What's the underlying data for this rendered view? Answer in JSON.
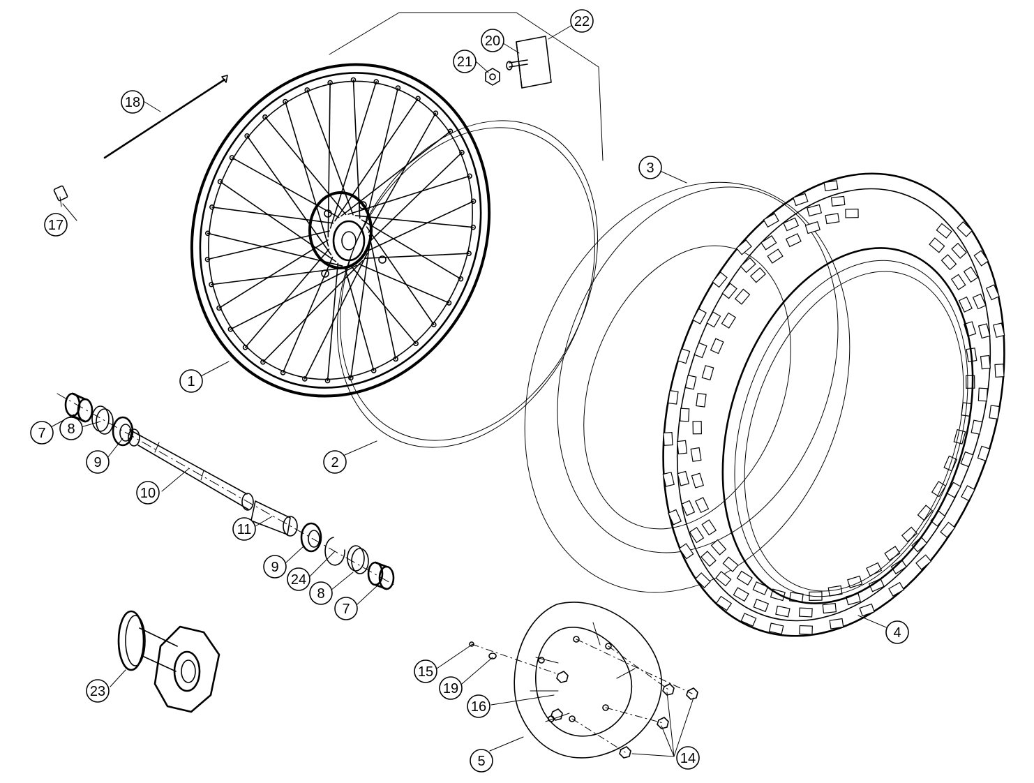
{
  "diagram": {
    "callouts": [
      {
        "id": "c1",
        "label": "1"
      },
      {
        "id": "c2",
        "label": "2"
      },
      {
        "id": "c3",
        "label": "3"
      },
      {
        "id": "c4",
        "label": "4"
      },
      {
        "id": "c5",
        "label": "5"
      },
      {
        "id": "c7a",
        "label": "7"
      },
      {
        "id": "c7b",
        "label": "7"
      },
      {
        "id": "c8a",
        "label": "8"
      },
      {
        "id": "c8b",
        "label": "8"
      },
      {
        "id": "c9a",
        "label": "9"
      },
      {
        "id": "c9b",
        "label": "9"
      },
      {
        "id": "c10",
        "label": "10"
      },
      {
        "id": "c11",
        "label": "11"
      },
      {
        "id": "c14",
        "label": "14"
      },
      {
        "id": "c15",
        "label": "15"
      },
      {
        "id": "c16",
        "label": "16"
      },
      {
        "id": "c17",
        "label": "17"
      },
      {
        "id": "c18",
        "label": "18"
      },
      {
        "id": "c19",
        "label": "19"
      },
      {
        "id": "c20",
        "label": "20"
      },
      {
        "id": "c21",
        "label": "21"
      },
      {
        "id": "c22",
        "label": "22"
      },
      {
        "id": "c23",
        "label": "23"
      },
      {
        "id": "c24",
        "label": "24"
      }
    ]
  }
}
